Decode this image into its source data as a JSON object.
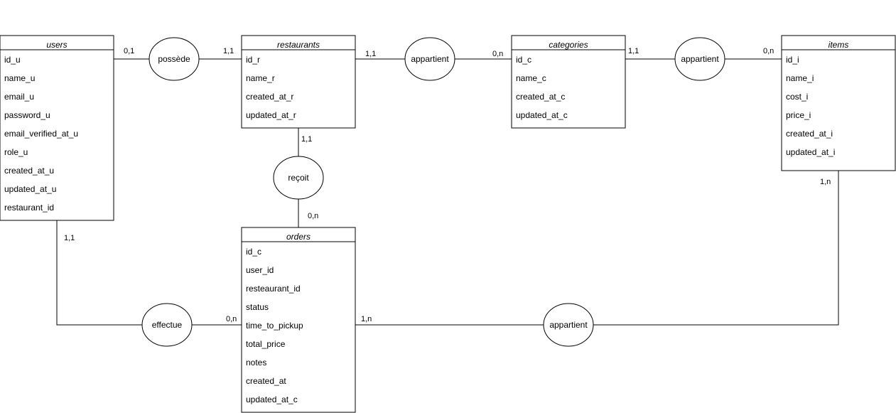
{
  "entities": {
    "users": {
      "title": "users",
      "attributes": [
        "id_u",
        "name_u",
        "email_u",
        "password_u",
        "email_verified_at_u",
        "role_u",
        "created_at_u",
        "updated_at_u",
        "restaurant_id"
      ]
    },
    "restaurants": {
      "title": "restaurants",
      "attributes": [
        "id_r",
        "name_r",
        "created_at_r",
        "updated_at_r"
      ]
    },
    "categories": {
      "title": "categories",
      "attributes": [
        "id_c",
        "name_c",
        "created_at_c",
        "updated_at_c"
      ]
    },
    "items": {
      "title": "items",
      "attributes": [
        "id_i",
        "name_i",
        "cost_i",
        "price_i",
        "created_at_i",
        "updated_at_i"
      ]
    },
    "orders": {
      "title": "orders",
      "attributes": [
        "id_c",
        "user_id",
        "resteaurant_id",
        "status",
        "time_to_pickup",
        "total_price",
        "notes",
        "created_at",
        "updated_at_c"
      ]
    }
  },
  "relationships": {
    "possede": {
      "label": "possède"
    },
    "appartient_rc": {
      "label": "appartient"
    },
    "appartient_ci": {
      "label": "appartient"
    },
    "recoit": {
      "label": "reçoit"
    },
    "effectue": {
      "label": "effectue"
    },
    "appartient_oi": {
      "label": "appartient"
    }
  },
  "cardinalities": {
    "users_possede": "0,1",
    "restaurants_possede": "1,1",
    "restaurants_appartient": "1,1",
    "categories_appartient_left": "0,n",
    "categories_appartient_right": "1,1",
    "items_appartient": "0,n",
    "restaurants_recoit": "1,1",
    "orders_recoit": "0,n",
    "users_effectue": "1,1",
    "orders_effectue": "0,n",
    "orders_appartient": "1,n",
    "items_appartient_bottom": "1,n"
  }
}
